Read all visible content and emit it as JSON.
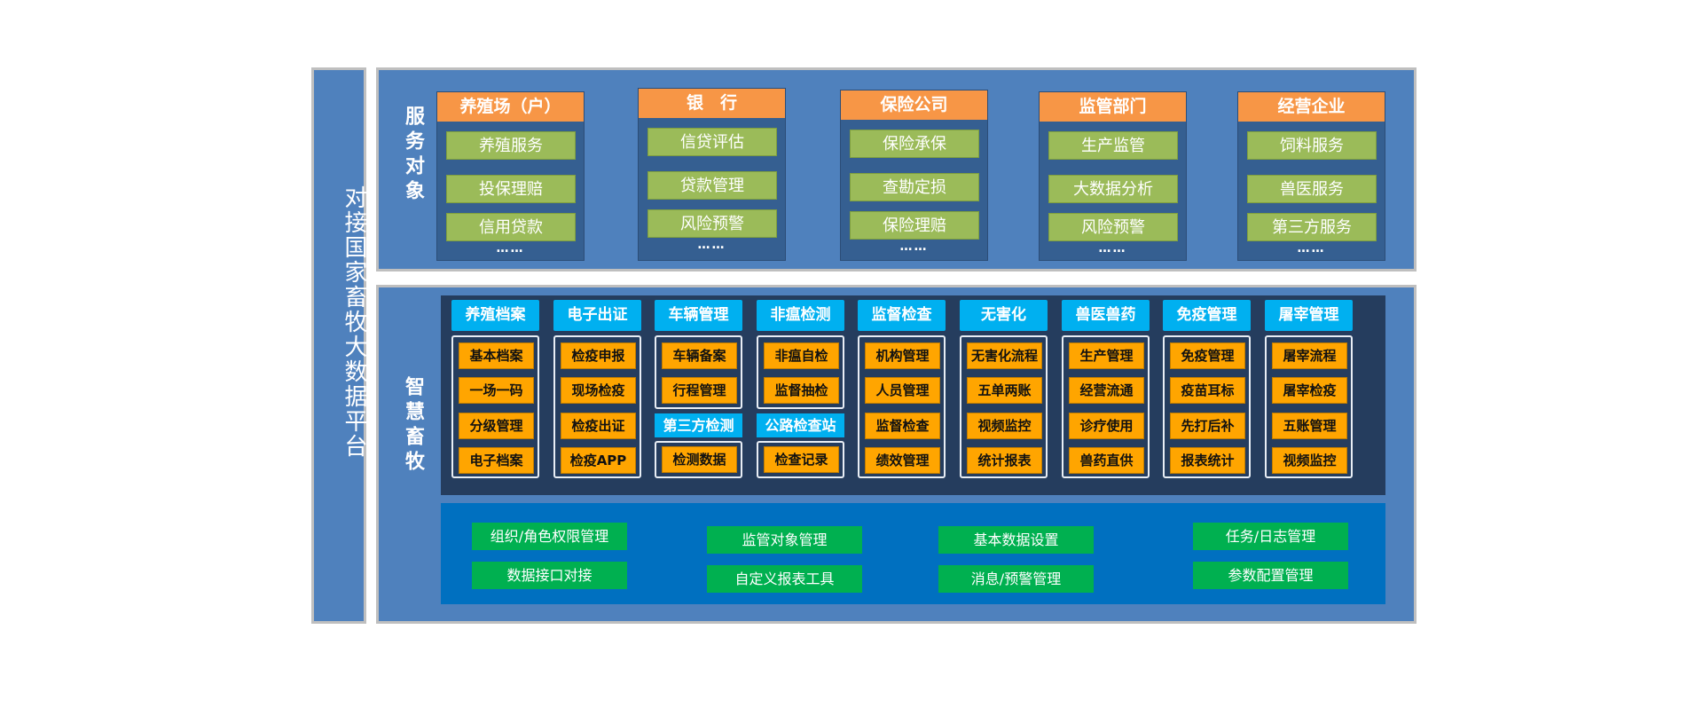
{
  "left_bar": {
    "title": "对接国家畜牧大数据平台"
  },
  "service": {
    "label": "服务对象",
    "groups": [
      {
        "title": "养殖场（户）",
        "items": [
          "养殖服务",
          "投保理赔",
          "信用贷款"
        ],
        "more": "……"
      },
      {
        "title": "银　行",
        "items": [
          "信贷评估",
          "贷款管理",
          "风险预警"
        ],
        "more": "……"
      },
      {
        "title": "保险公司",
        "items": [
          "保险承保",
          "查勘定损",
          "保险理赔"
        ],
        "more": "……"
      },
      {
        "title": "监管部门",
        "items": [
          "生产监管",
          "大数据分析",
          "风险预警"
        ],
        "more": "……"
      },
      {
        "title": "经营企业",
        "items": [
          "饲料服务",
          "兽医服务",
          "第三方服务"
        ],
        "more": "……"
      }
    ]
  },
  "smart": {
    "label": "智慧畜牧",
    "columns": [
      {
        "title": "养殖档案",
        "items": [
          "基本档案",
          "一场一码",
          "分级管理",
          "电子档案"
        ]
      },
      {
        "title": "电子出证",
        "items": [
          "检疫申报",
          "现场检疫",
          "检疫出证",
          "检疫APP"
        ]
      },
      {
        "title": "车辆管理",
        "items": [
          "车辆备案",
          "行程管理"
        ],
        "sub_title": "第三方检测",
        "sub_items": [
          "检测数据"
        ]
      },
      {
        "title": "非瘟检测",
        "items": [
          "非瘟自检",
          "监督抽检"
        ],
        "sub_title": "公路检查站",
        "sub_items": [
          "检查记录"
        ]
      },
      {
        "title": "监督检查",
        "items": [
          "机构管理",
          "人员管理",
          "监督检查",
          "绩效管理"
        ]
      },
      {
        "title": "无害化",
        "items": [
          "无害化流程",
          "五单两账",
          "视频监控",
          "统计报表"
        ]
      },
      {
        "title": "兽医兽药",
        "items": [
          "生产管理",
          "经营流通",
          "诊疗使用",
          "兽药直供"
        ]
      },
      {
        "title": "免疫管理",
        "items": [
          "免疫管理",
          "疫苗耳标",
          "先打后补",
          "报表统计"
        ]
      },
      {
        "title": "屠宰管理",
        "items": [
          "屠宰流程",
          "屠宰检疫",
          "五账管理",
          "视频监控"
        ]
      }
    ],
    "base": [
      [
        "组织/角色权限管理",
        "监管对象管理",
        "基本数据设置",
        "任务/日志管理"
      ],
      [
        "数据接口对接",
        "自定义报表工具",
        "消息/预警管理",
        "参数配置管理"
      ]
    ]
  },
  "colors": {
    "panel": "#4f81bd",
    "orange": "#f79646",
    "green": "#9bbb59",
    "navy": "#253d5e",
    "cyan": "#00b0f0",
    "amber": "#ffa500",
    "blue": "#0070c0",
    "base_green": "#00b050"
  }
}
